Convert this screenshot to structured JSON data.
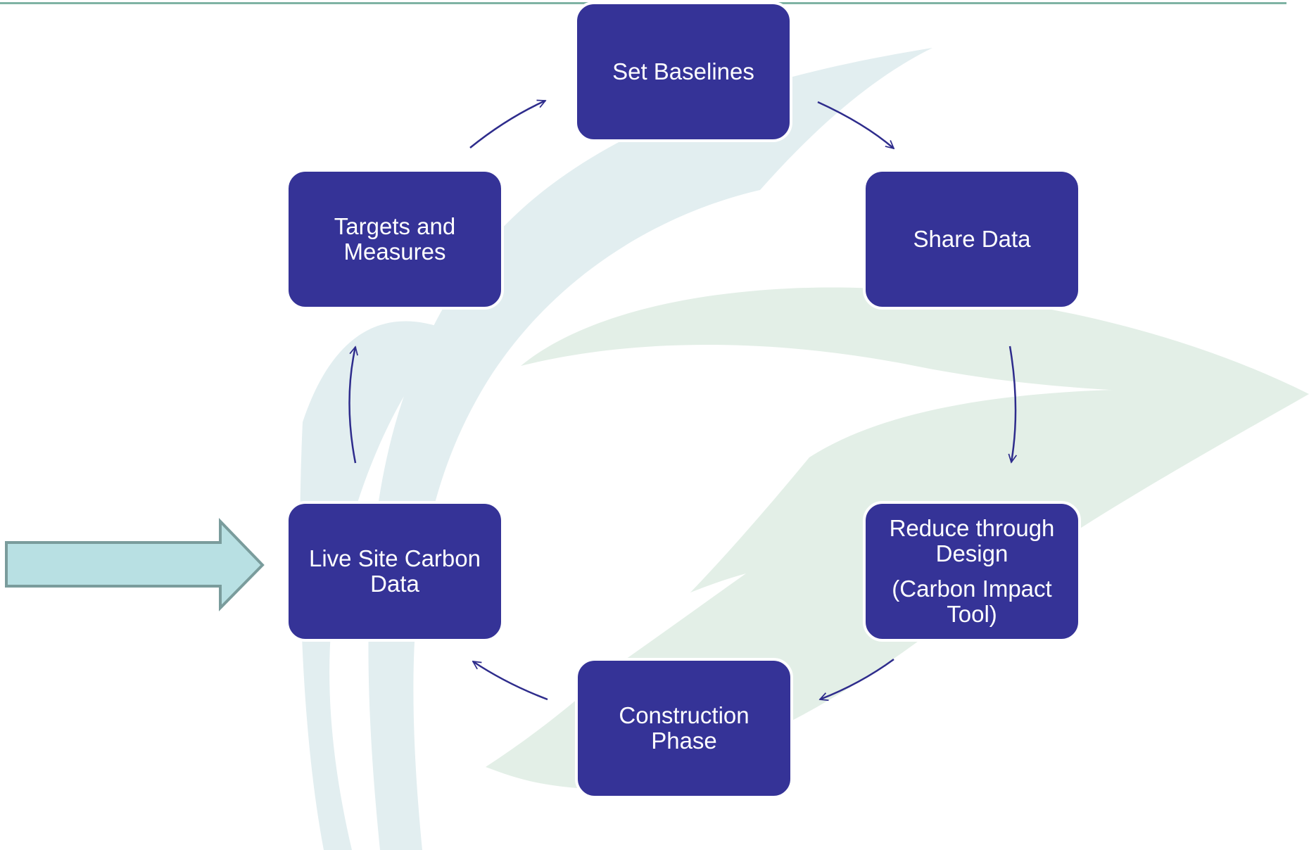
{
  "diagram": {
    "nodes": [
      {
        "id": "set-baselines",
        "lines": [
          "Set Baselines"
        ]
      },
      {
        "id": "share-data",
        "lines": [
          "Share Data"
        ]
      },
      {
        "id": "reduce-through-design",
        "lines": [
          "Reduce through",
          "Design"
        ],
        "note_lines": [
          "(Carbon Impact",
          "Tool)"
        ]
      },
      {
        "id": "construction-phase",
        "lines": [
          "Construction",
          "Phase"
        ]
      },
      {
        "id": "live-site-carbon-data",
        "lines": [
          "Live Site Carbon",
          "Data"
        ]
      },
      {
        "id": "targets-and-measures",
        "lines": [
          "Targets and",
          "Measures"
        ]
      }
    ],
    "edges": [
      {
        "from": "set-baselines",
        "to": "share-data"
      },
      {
        "from": "share-data",
        "to": "reduce-through-design"
      },
      {
        "from": "reduce-through-design",
        "to": "construction-phase"
      },
      {
        "from": "construction-phase",
        "to": "live-site-carbon-data"
      },
      {
        "from": "live-site-carbon-data",
        "to": "targets-and-measures"
      },
      {
        "from": "targets-and-measures",
        "to": "set-baselines"
      }
    ],
    "entry_arrow_target": "live-site-carbon-data"
  },
  "colors": {
    "node_fill": "#353397",
    "node_text": "#ffffff",
    "cycle_arrow": "#2e2c8c",
    "entry_arrow_fill": "#b8e0e3",
    "entry_arrow_stroke": "#7a9c9c",
    "leaf_teal": "#e2eef0",
    "leaf_green": "#e3efe7",
    "top_rule": "#7fb3a4"
  },
  "background_icon": "leaf-watermark"
}
